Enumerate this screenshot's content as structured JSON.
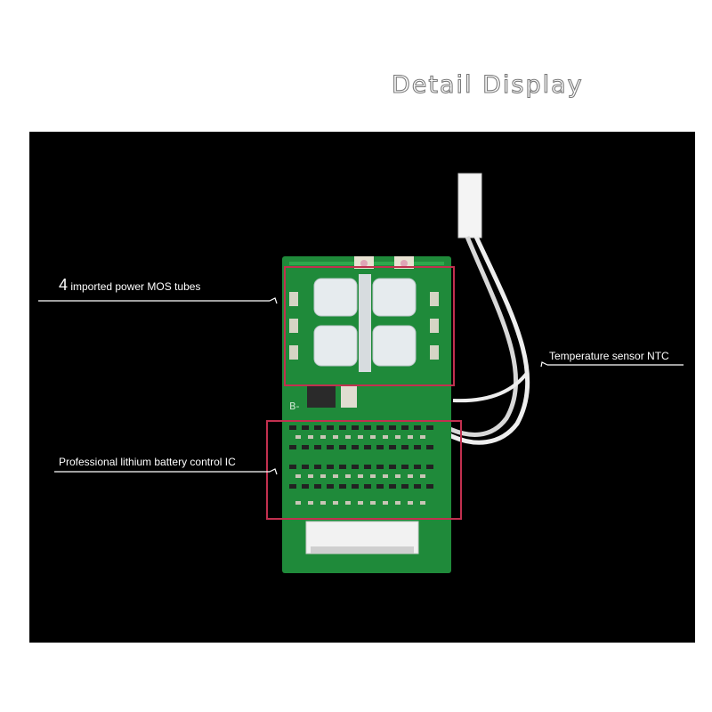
{
  "title": "Detail Display",
  "callouts": {
    "mos": {
      "number": "4",
      "text": " imported power MOS tubes"
    },
    "ntc": {
      "text": "Temperature sensor NTC"
    },
    "ic": {
      "text": "Professional lithium battery control IC"
    }
  },
  "board": {
    "silkscreen": "B-"
  },
  "colors": {
    "background": "#000000",
    "pcb": "#1f8a3a",
    "highlight_box": "#c2304f",
    "callout_line": "#ffffff"
  }
}
